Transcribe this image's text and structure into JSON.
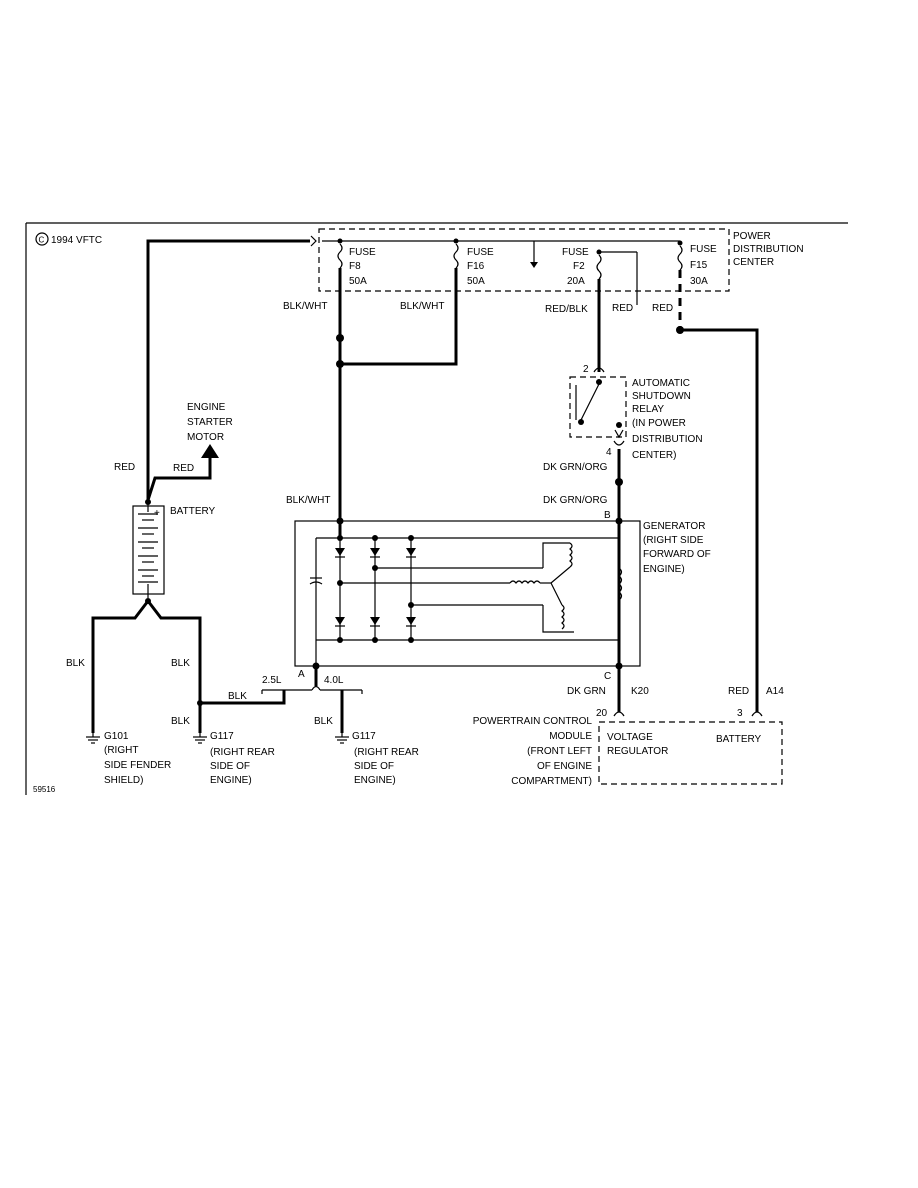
{
  "copyright": "1994 VFTC",
  "copyright_symbol": "C",
  "figure_number": "59516",
  "power_distribution_center": {
    "name": [
      "POWER",
      "DISTRIBUTION",
      "CENTER"
    ],
    "fuses": [
      {
        "word": "FUSE",
        "id": "F8",
        "rating": "50A"
      },
      {
        "word": "FUSE",
        "id": "F16",
        "rating": "50A"
      },
      {
        "word": "FUSE",
        "id": "F2",
        "rating": "20A"
      },
      {
        "word": "FUSE",
        "id": "F15",
        "rating": "30A"
      }
    ]
  },
  "relay": {
    "name": [
      "AUTOMATIC",
      "SHUTDOWN",
      "RELAY",
      "(IN POWER",
      "DISTRIBUTION",
      "CENTER)"
    ],
    "pin_top": "2",
    "pin_bottom": "4"
  },
  "starter": [
    "ENGINE",
    "STARTER",
    "MOTOR"
  ],
  "battery": {
    "label": "BATTERY",
    "plus": "+"
  },
  "generator": {
    "name": [
      "GENERATOR",
      "(RIGHT SIDE",
      "FORWARD OF",
      "ENGINE)"
    ],
    "term_b": "B",
    "term_c": "C",
    "term_a": "A"
  },
  "pcm": {
    "name": [
      "POWERTRAIN CONTROL",
      "MODULE",
      "(FRONT LEFT",
      "OF ENGINE",
      "COMPARTMENT)"
    ],
    "voltage_regulator": [
      "VOLTAGE",
      "REGULATOR"
    ],
    "battery_label": "BATTERY",
    "pin_20": "20",
    "pin_3": "3"
  },
  "wires": {
    "blk_wht_1": "BLK/WHT",
    "blk_wht_2": "BLK/WHT",
    "blk_wht_3": "BLK/WHT",
    "red_blk": "RED/BLK",
    "red_1": "RED",
    "red_2": "RED",
    "red_battery": "RED",
    "red_starter": "RED",
    "red_a14": "RED",
    "a14": "A14",
    "dk_grn_org_1": "DK GRN/ORG",
    "dk_grn_org_2": "DK GRN/ORG",
    "dk_grn": "DK GRN",
    "k20": "K20",
    "blk_1": "BLK",
    "blk_2": "BLK",
    "blk_3": "BLK",
    "blk_4": "BLK",
    "blk_5": "BLK",
    "eng_25": "2.5L",
    "eng_40": "4.0L"
  },
  "grounds": [
    {
      "id": "G101",
      "desc": [
        "(RIGHT",
        "SIDE FENDER",
        "SHIELD)"
      ]
    },
    {
      "id": "G117",
      "desc": [
        "(RIGHT REAR",
        "SIDE OF",
        "ENGINE)"
      ]
    },
    {
      "id": "G117",
      "desc": [
        "(RIGHT REAR",
        "SIDE OF",
        "ENGINE)"
      ]
    }
  ]
}
